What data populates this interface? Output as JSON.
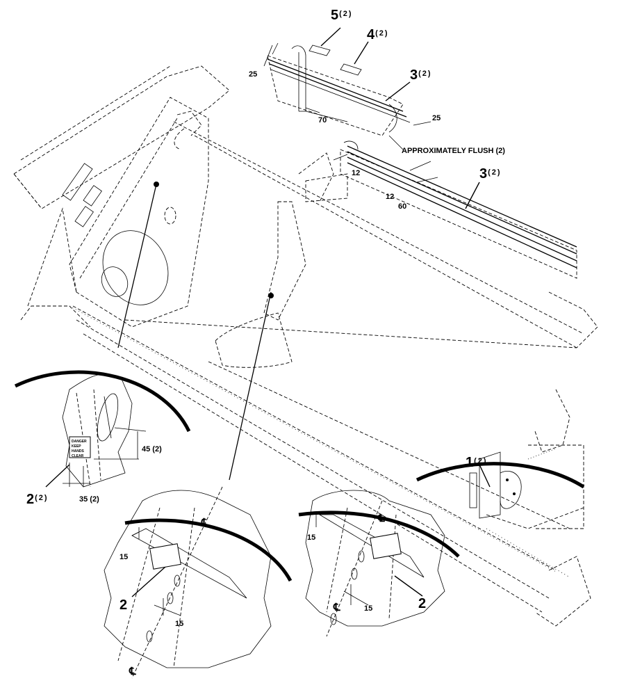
{
  "diagram": {
    "callouts": [
      {
        "id": "c5",
        "number": "5",
        "qty": "(2)"
      },
      {
        "id": "c4",
        "number": "4",
        "qty": "(2)"
      },
      {
        "id": "c3a",
        "number": "3",
        "qty": "(2)"
      },
      {
        "id": "c3b",
        "number": "3",
        "qty": "(2)"
      },
      {
        "id": "c1",
        "number": "1",
        "qty": "(2)"
      },
      {
        "id": "c2a",
        "number": "2",
        "qty": "(2)"
      },
      {
        "id": "c2b",
        "number": "2",
        "qty": ""
      },
      {
        "id": "c2c",
        "number": "2",
        "qty": ""
      }
    ],
    "dimensions": {
      "d25a": "25",
      "d70": "70",
      "d25b": "25",
      "d12a": "12",
      "d12b": "12",
      "d60": "60",
      "d45": "45 (2)",
      "d35": "35 (2)",
      "d15a": "15",
      "d15b": "15",
      "d15c": "15",
      "d15d": "15"
    },
    "note": "APPROXIMATELY FLUSH (2)",
    "centerline_symbol": "℄",
    "decal_text": [
      "DANGER",
      "KEEP",
      "HANDS",
      "CLEAR"
    ]
  }
}
